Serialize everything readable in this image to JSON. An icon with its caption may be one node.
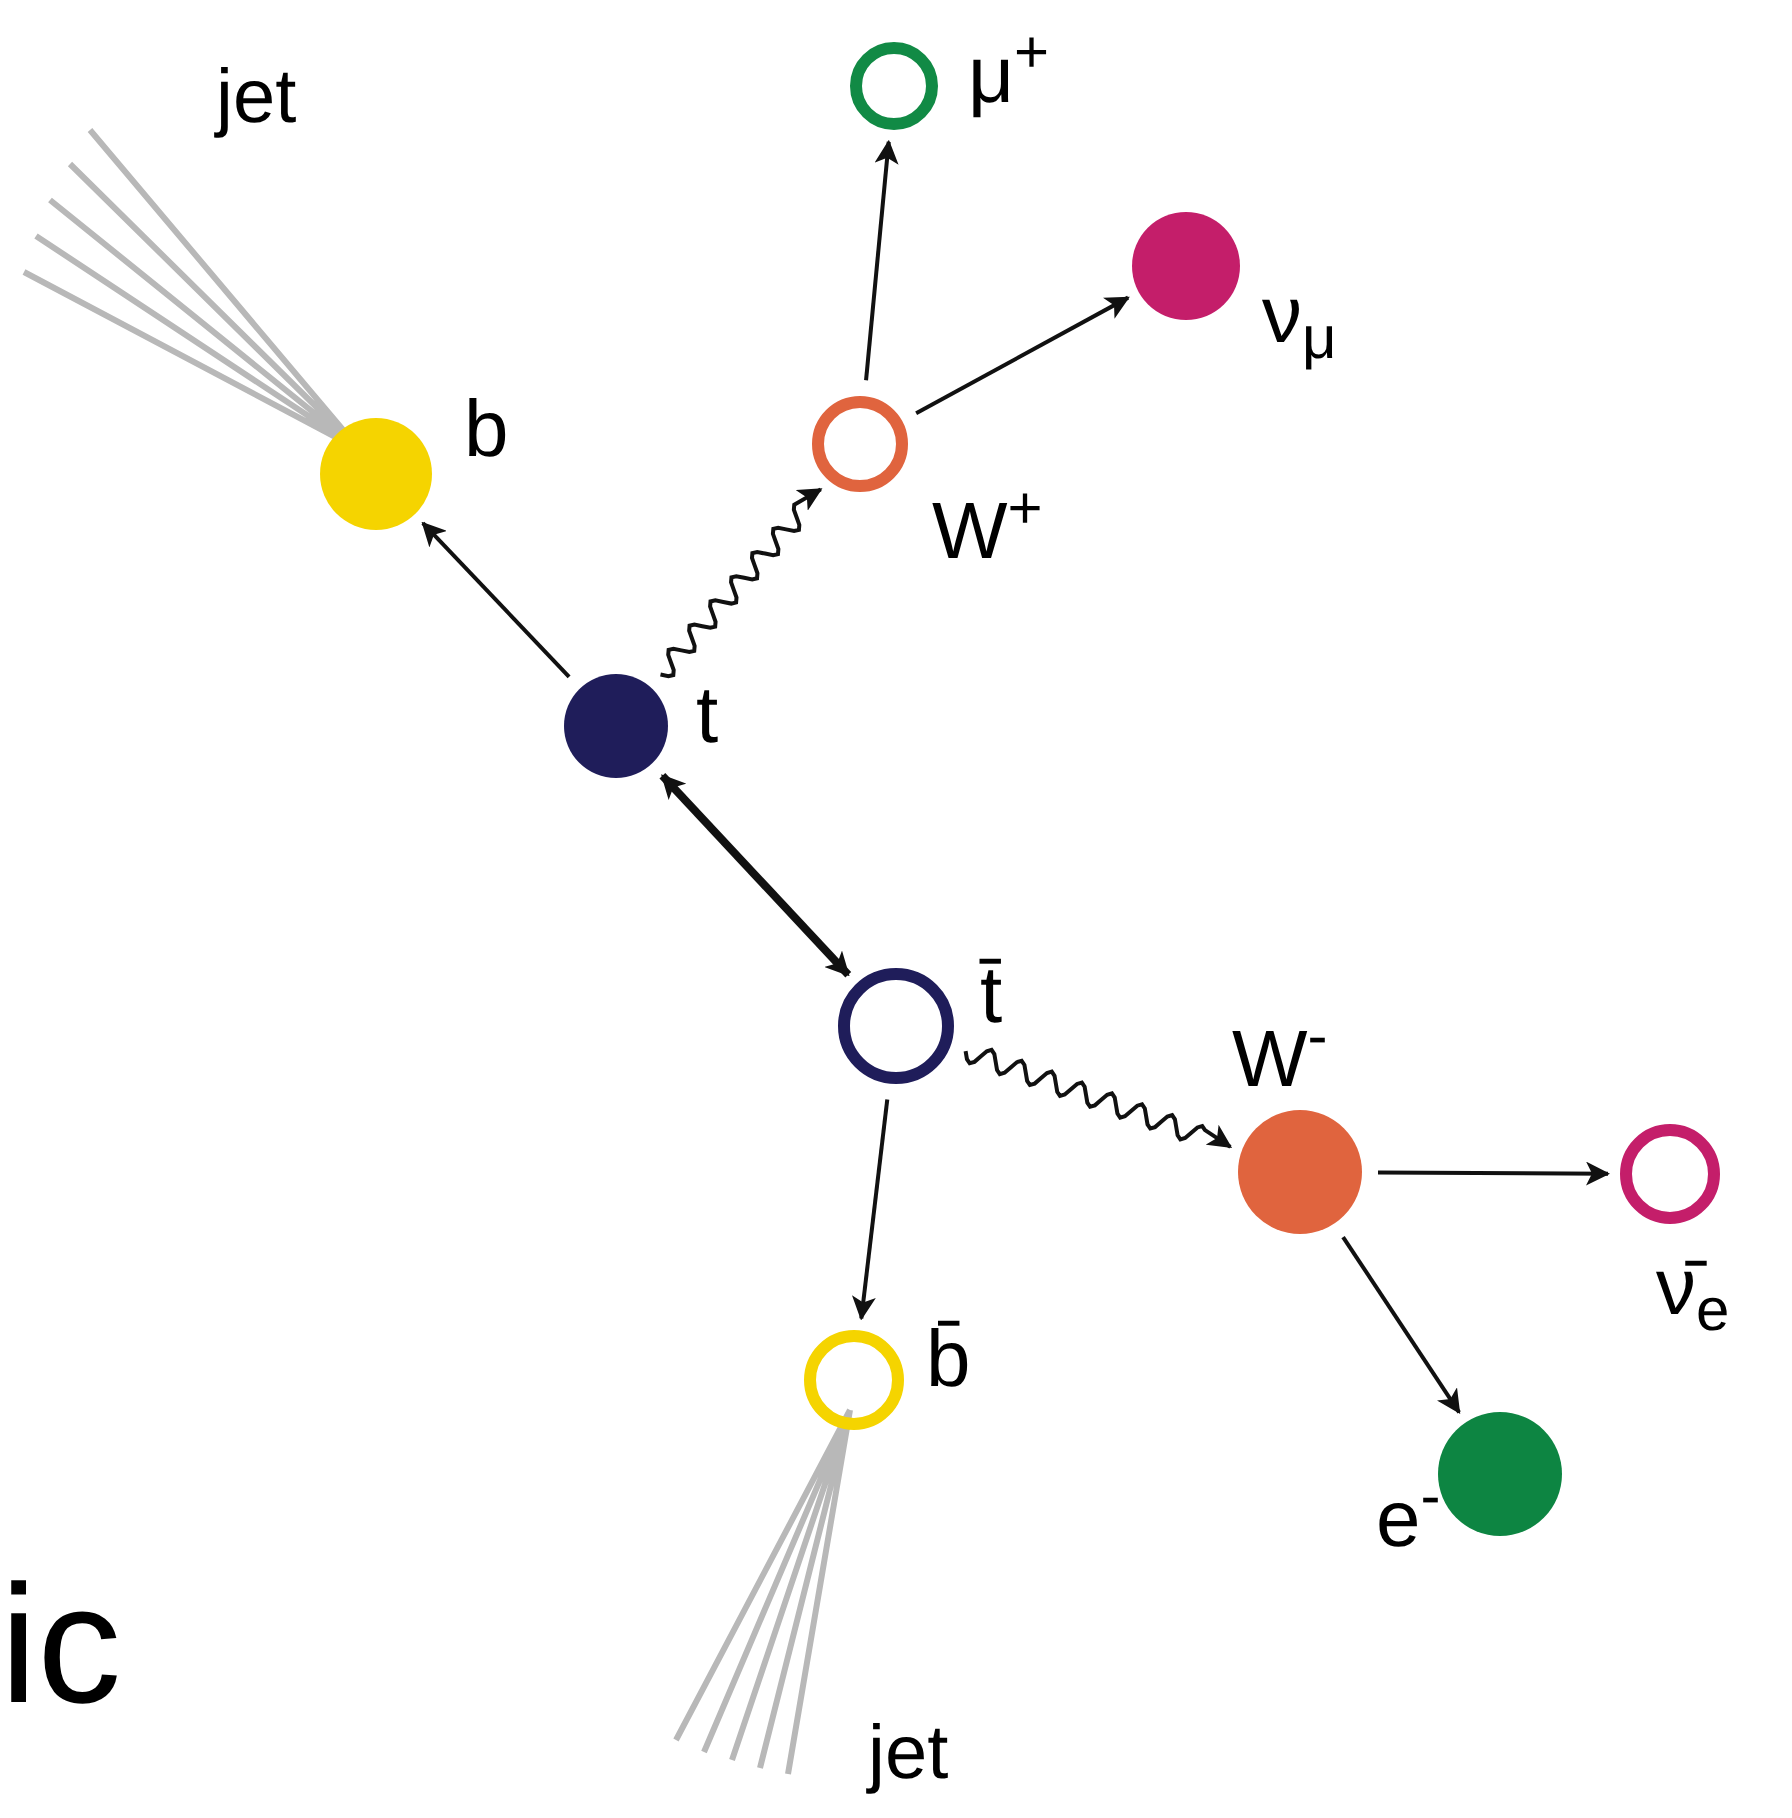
{
  "diagram": {
    "nodes": [
      {
        "text": [
          "t"
        ]
      },
      {
        "text": [
          "b"
        ]
      },
      {
        "text": [
          "W$^{+}$"
        ]
      },
      {
        "text": [
          "μ$^{+}$"
        ]
      },
      {
        "text": [
          "ν$_{μ}$"
        ]
      },
      {
        "text": [
          "t̄"
        ]
      },
      {
        "text": [
          "W$^{-}$"
        ]
      },
      {
        "text": [
          "ν̄$_{e}$"
        ]
      },
      {
        "text": [
          "e$^{-}$"
        ]
      },
      {
        "text": [
          "b̄"
        ]
      }
    ],
    "edges": [
      {
        "from": 0,
        "to": 1,
        "arrow": "to"
      },
      {
        "from": 0,
        "to": 2,
        "arrow": "to"
      },
      {
        "from": 2,
        "to": 3,
        "arrow": "to"
      },
      {
        "from": 2,
        "to": 4,
        "arrow": "to"
      },
      {
        "from": 0,
        "to": 5,
        "arrow": "both",
        "style": "thick"
      },
      {
        "from": 5,
        "to": 9,
        "arrow": "to"
      },
      {
        "from": 5,
        "to": 6,
        "arrow": "to"
      },
      {
        "from": 6,
        "to": 7,
        "arrow": "to"
      },
      {
        "from": 6,
        "to": 8,
        "arrow": "to"
      }
    ],
    "labels": [
      "jet",
      "jet",
      "ic"
    ]
  }
}
